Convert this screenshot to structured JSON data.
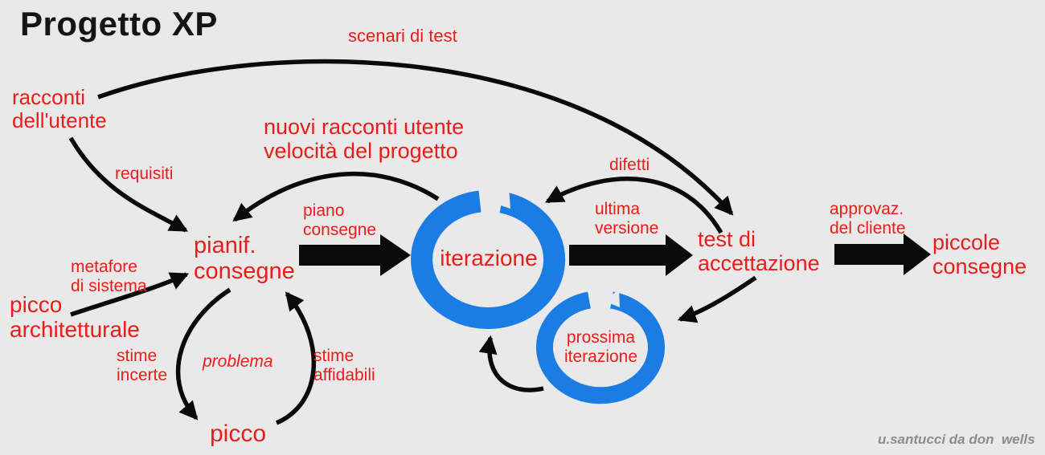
{
  "title": "Progetto XP",
  "colors": {
    "background": "#e9e9e9",
    "text_red": "#ed1c1a",
    "ring_blue": "#1b7ce4",
    "arrow_black": "#0a0a0a",
    "credit_gray": "#8c8c8c"
  },
  "nodes": {
    "racconti_utente": "racconti\ndell'utente",
    "pianif_consegne": "pianif.\nconsegne",
    "picco_architetturale": "picco\narchitetturale",
    "iterazione": "iterazione",
    "test_accettazione": "test di\naccettazione",
    "piccole_consegne": "piccole\nconsegne",
    "picco": "picco",
    "prossima_iterazione": "prossima\niterazione"
  },
  "labels": {
    "scenari_di_test": "scenari di test",
    "requisiti": "requisiti",
    "nuovi_racconti": "nuovi racconti utente\nvelocità del progetto",
    "metafore_di_sistema": "metafore\ndi sistema",
    "piano_consegne": "piano\nconsegne",
    "difetti": "difetti",
    "ultima_versione": "ultima\nversione",
    "approvazione_cliente": "approvaz.\ndel cliente",
    "stime_incerte": "stime\nincerte",
    "problema": "problema",
    "stime_affidabili": "stime\naffidabili"
  },
  "credit": "u.santucci da don  wells"
}
